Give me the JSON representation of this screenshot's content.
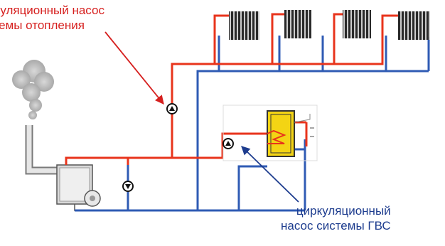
{
  "labels": {
    "heating_pump": {
      "line1": "циркуляционный насос",
      "line2": "системы отопления",
      "color": "#d6201f"
    },
    "dhw_pump": {
      "line1": "циркуляционный",
      "line2": "насос системы ГВС",
      "color": "#1d3c8e"
    }
  },
  "colors": {
    "supply_pipe": "#e8341c",
    "return_pipe": "#2f5bb4",
    "radiator": "#2a2a2a",
    "dhw_heater": "#f3d414",
    "boiler": "#bfbfbf",
    "smoke": "#a9a9a9"
  },
  "icons": [
    "radiator-icon",
    "pump-icon",
    "boiler-icon",
    "smoke-icon",
    "water-heater-icon",
    "arrow-icon"
  ]
}
